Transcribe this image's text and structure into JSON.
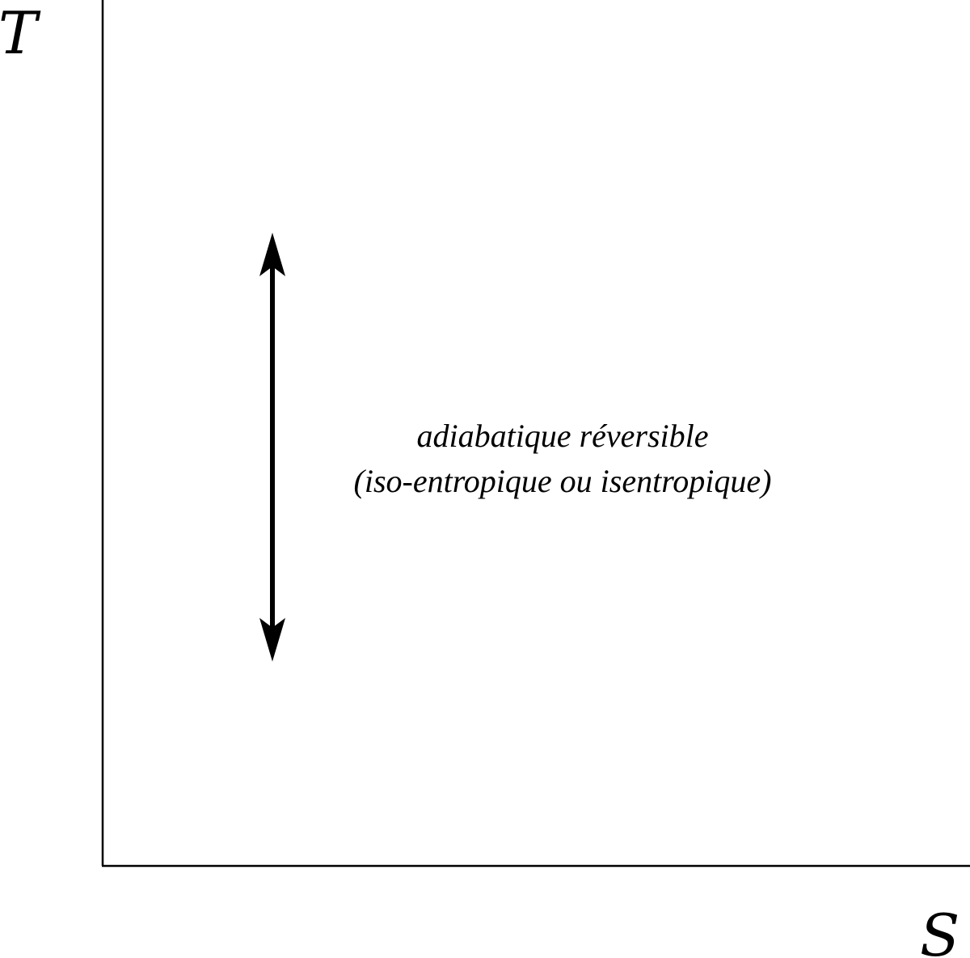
{
  "axes": {
    "y_label": "T",
    "x_label": "S"
  },
  "annotation": {
    "line1": "adiabatique réversible",
    "line2": "(iso-entropique ou isentropique)"
  },
  "colors": {
    "ink": "#000000",
    "background": "#ffffff"
  }
}
